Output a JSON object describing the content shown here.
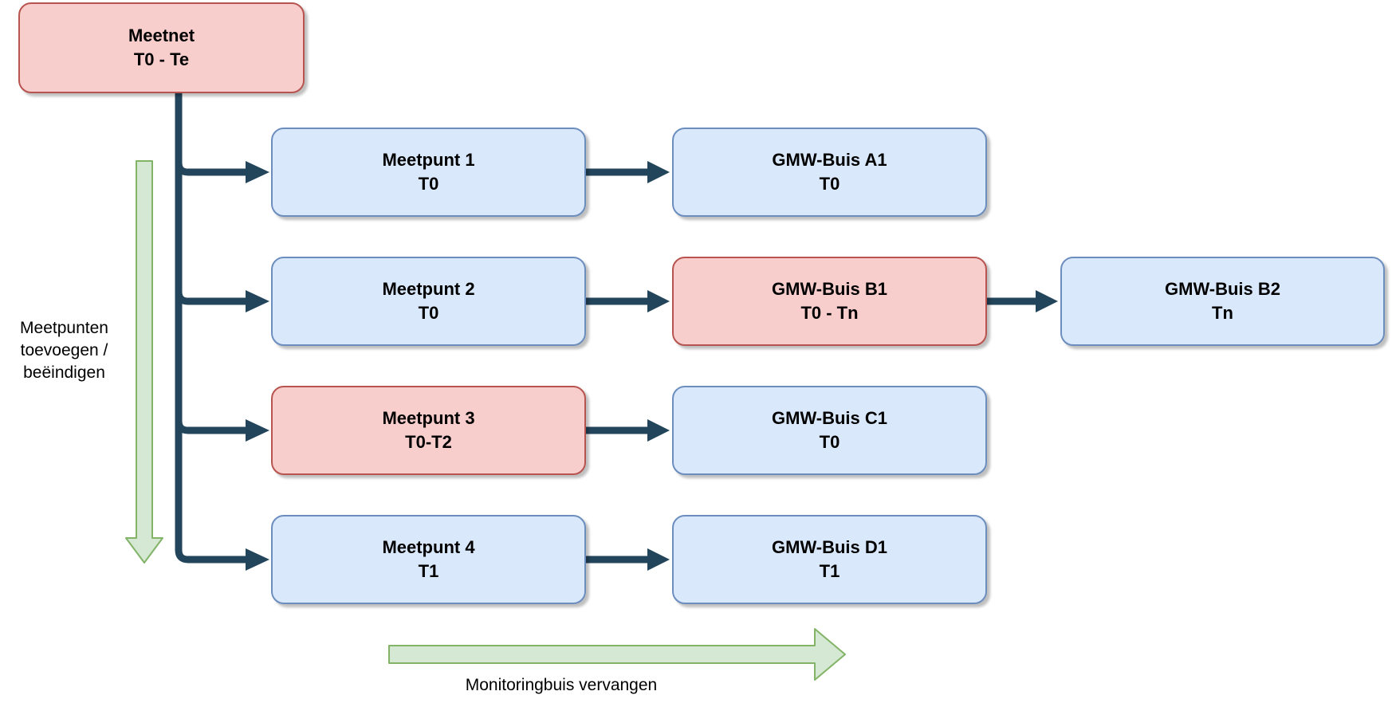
{
  "nodes": {
    "meetnet": {
      "title": "Meetnet",
      "period": "T0 - Te"
    },
    "meetpunt1": {
      "title": "Meetpunt 1",
      "period": "T0"
    },
    "meetpunt2": {
      "title": "Meetpunt 2",
      "period": "T0"
    },
    "meetpunt3": {
      "title": "Meetpunt 3",
      "period": "T0-T2"
    },
    "meetpunt4": {
      "title": "Meetpunt 4",
      "period": "T1"
    },
    "gmw_a1": {
      "title": "GMW-Buis A1",
      "period": "T0"
    },
    "gmw_b1": {
      "title": "GMW-Buis B1",
      "period": "T0 - Tn"
    },
    "gmw_b2": {
      "title": "GMW-Buis B2",
      "period": "Tn"
    },
    "gmw_c1": {
      "title": "GMW-Buis C1",
      "period": "T0"
    },
    "gmw_d1": {
      "title": "GMW-Buis D1",
      "period": "T1"
    }
  },
  "annotations": {
    "left_arrow_label": "Meetpunten toevoegen / beëindigen",
    "bottom_arrow_label": "Monitoringbuis vervangen"
  },
  "colors": {
    "node-blue-fill": "#dae8fc",
    "node-blue-stroke": "#6c8ebf",
    "node-red-fill": "#f8cecc",
    "node-red-stroke": "#b85450",
    "arrow-green-fill": "#d5e8d4",
    "arrow-green-stroke": "#82b366",
    "connector": "#23455c",
    "text": "#000000"
  }
}
